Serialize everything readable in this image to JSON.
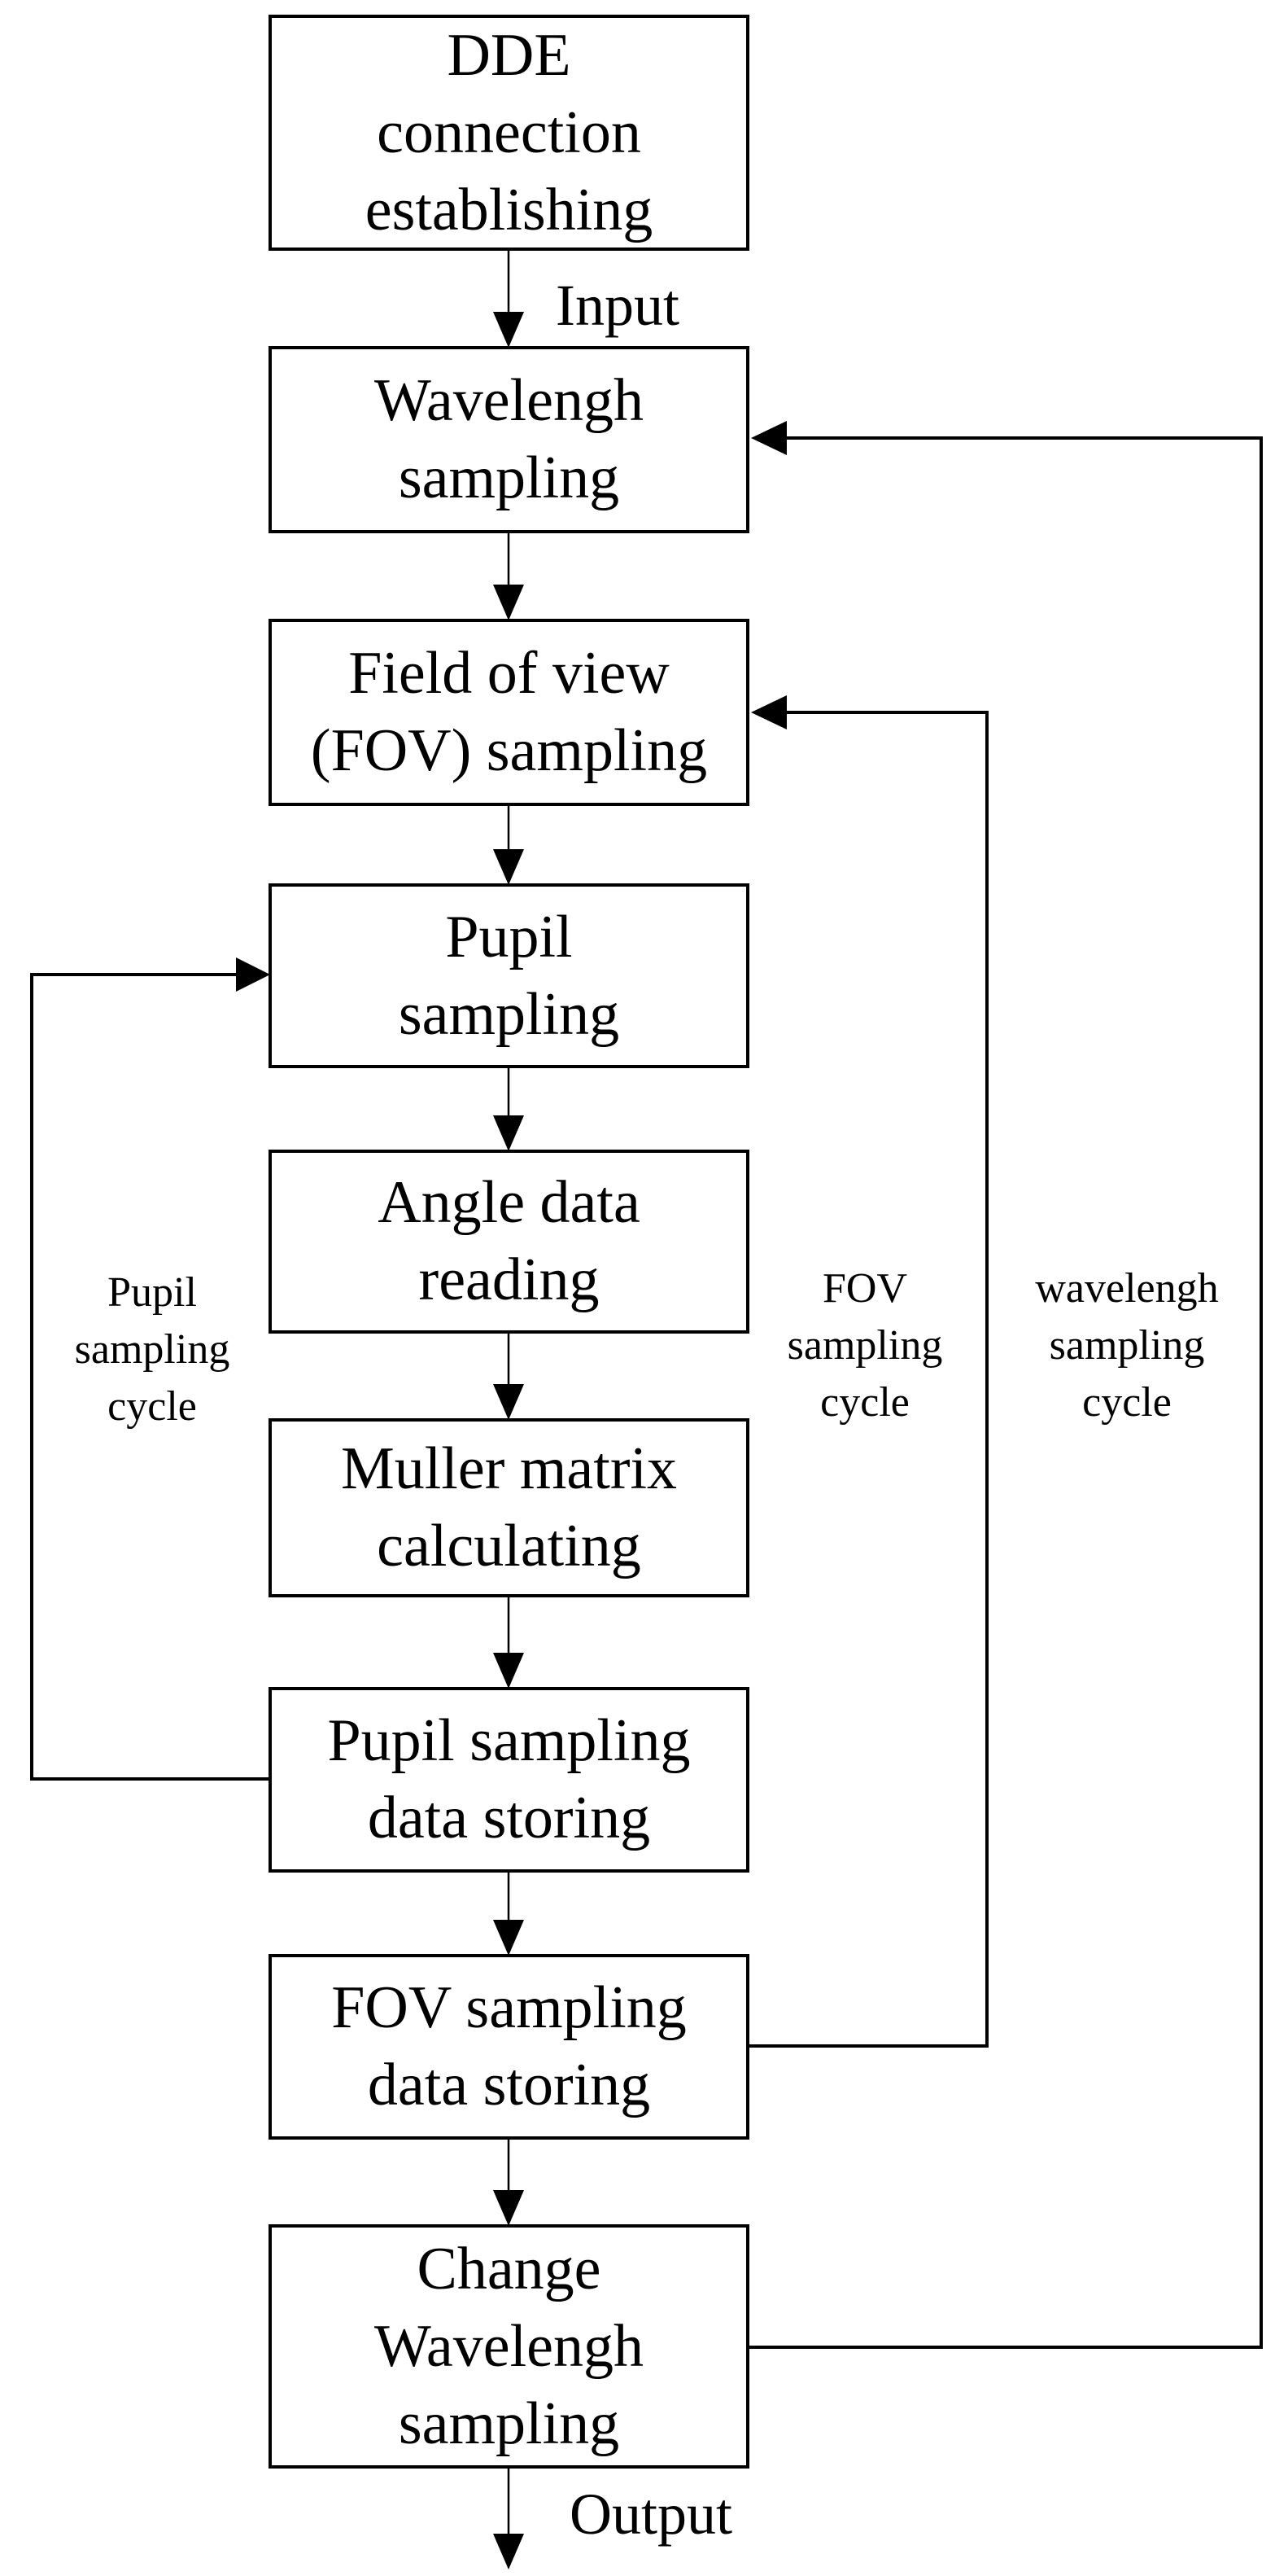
{
  "diagram": {
    "background": "#ffffff",
    "line_color": "#000000",
    "nodes": [
      {
        "id": "dde-connection",
        "label": "DDE\nconnection\nestablishing"
      },
      {
        "id": "wavelength-sampling",
        "label": "Wavelengh\nsampling"
      },
      {
        "id": "fov-sampling",
        "label": "Field of view\n(FOV) sampling"
      },
      {
        "id": "pupil-sampling",
        "label": "Pupil\nsampling"
      },
      {
        "id": "angle-data-reading",
        "label": "Angle data\nreading"
      },
      {
        "id": "muller-matrix",
        "label": "Muller matrix\ncalculating"
      },
      {
        "id": "pupil-data-storing",
        "label": "Pupil sampling\ndata storing"
      },
      {
        "id": "fov-data-storing",
        "label": "FOV sampling\ndata storing"
      },
      {
        "id": "change-wavelength",
        "label": "Change\nWavelengh\nsampling"
      }
    ],
    "flow_labels": {
      "input": "Input",
      "output": "Output"
    },
    "cycle_labels": {
      "pupil": "Pupil\nsampling\ncycle",
      "fov": "FOV\nsampling\ncycle",
      "wavelength": "wavelengh\nsampling\ncycle"
    }
  }
}
